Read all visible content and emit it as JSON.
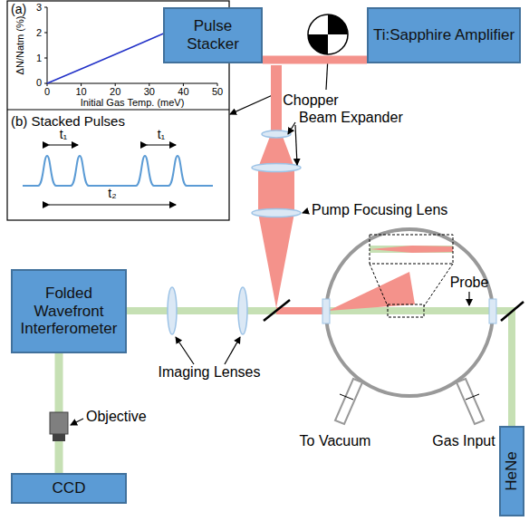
{
  "diagram": {
    "nodes": [
      {
        "text": [
          "Pulse Stacker"
        ]
      },
      {
        "text": [
          "Ti:Sapphire Amplifier"
        ]
      },
      {
        "text": [
          "Folded Wavefront Interferometer"
        ]
      },
      {
        "text": [
          "CCD"
        ]
      },
      {
        "text": [
          "HeNe"
        ]
      }
    ],
    "edges": [
      {
        "from": 1,
        "to": 0,
        "arrow": "none"
      },
      {
        "from": 2,
        "to": 3,
        "arrow": "none"
      }
    ],
    "labels": [
      "(a)",
      "3",
      "2",
      "1",
      "0",
      "0",
      "10",
      "20",
      "30",
      "40",
      "50",
      "ΔN/Natm (%)",
      "Initial Gas Temp. (meV)",
      "(b) Stacked Pulses",
      "t₁",
      "t₁",
      "t₂",
      "Chopper",
      "Beam Expander",
      "Pump Focusing Lens",
      "Probe",
      "Imaging Lenses",
      "Objective",
      "To Vacuum",
      "Gas Input"
    ]
  }
}
